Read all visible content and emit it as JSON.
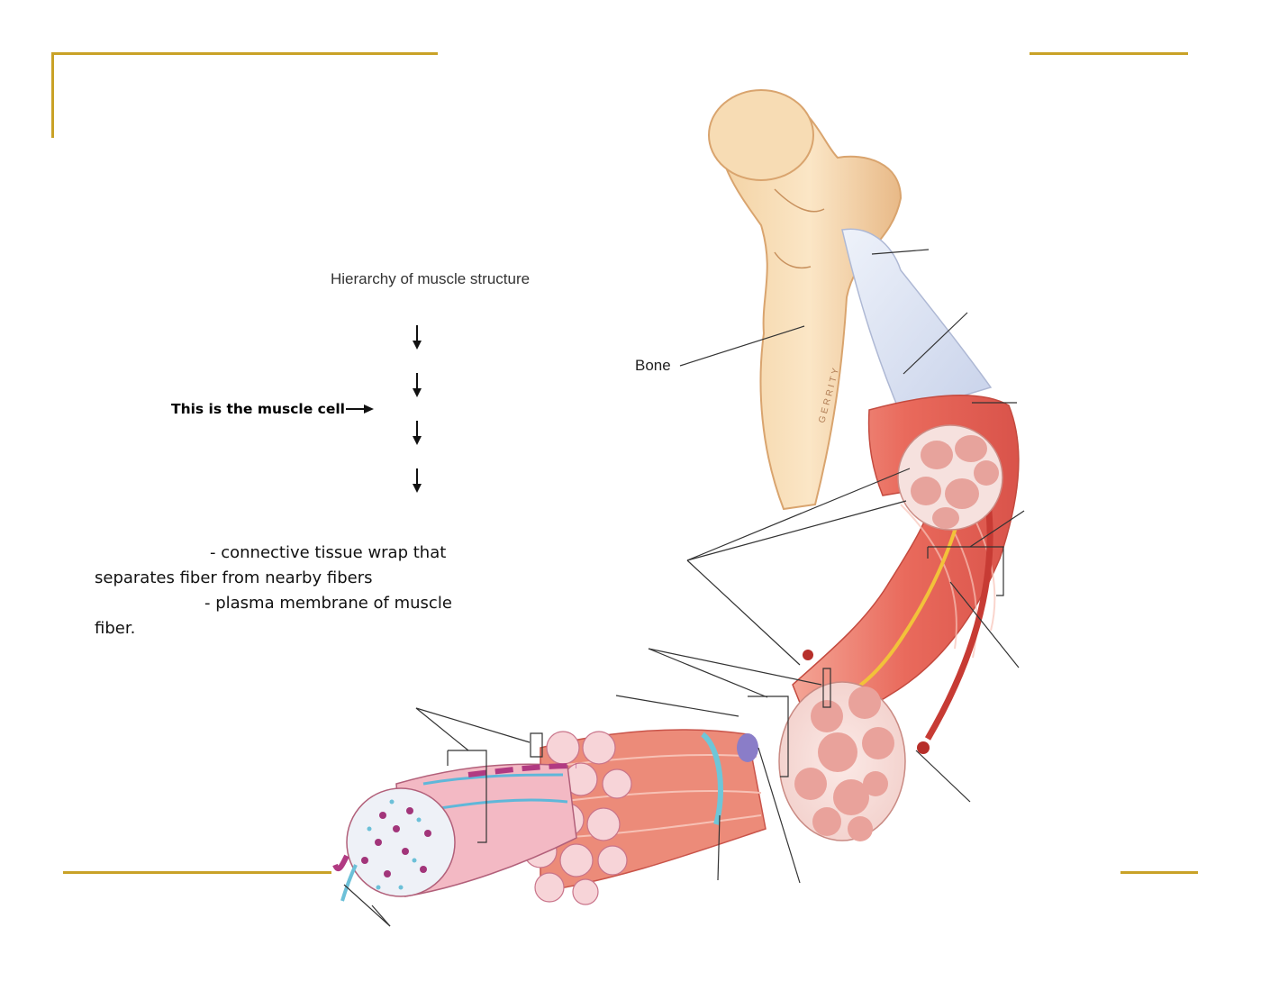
{
  "slide": {
    "accent_color": "#c9a227"
  },
  "hierarchy": {
    "title": "Hierarchy of muscle structure",
    "cell_label": "This is the muscle cell"
  },
  "diagram": {
    "bone_label": "Bone"
  },
  "definitions": {
    "endomysium_line1": "- connective tissue wrap that",
    "endomysium_line2": "separates fiber from nearby fibers",
    "sarcolemma_line1": "- plasma membrane of muscle",
    "sarcolemma_line2": "fiber."
  }
}
